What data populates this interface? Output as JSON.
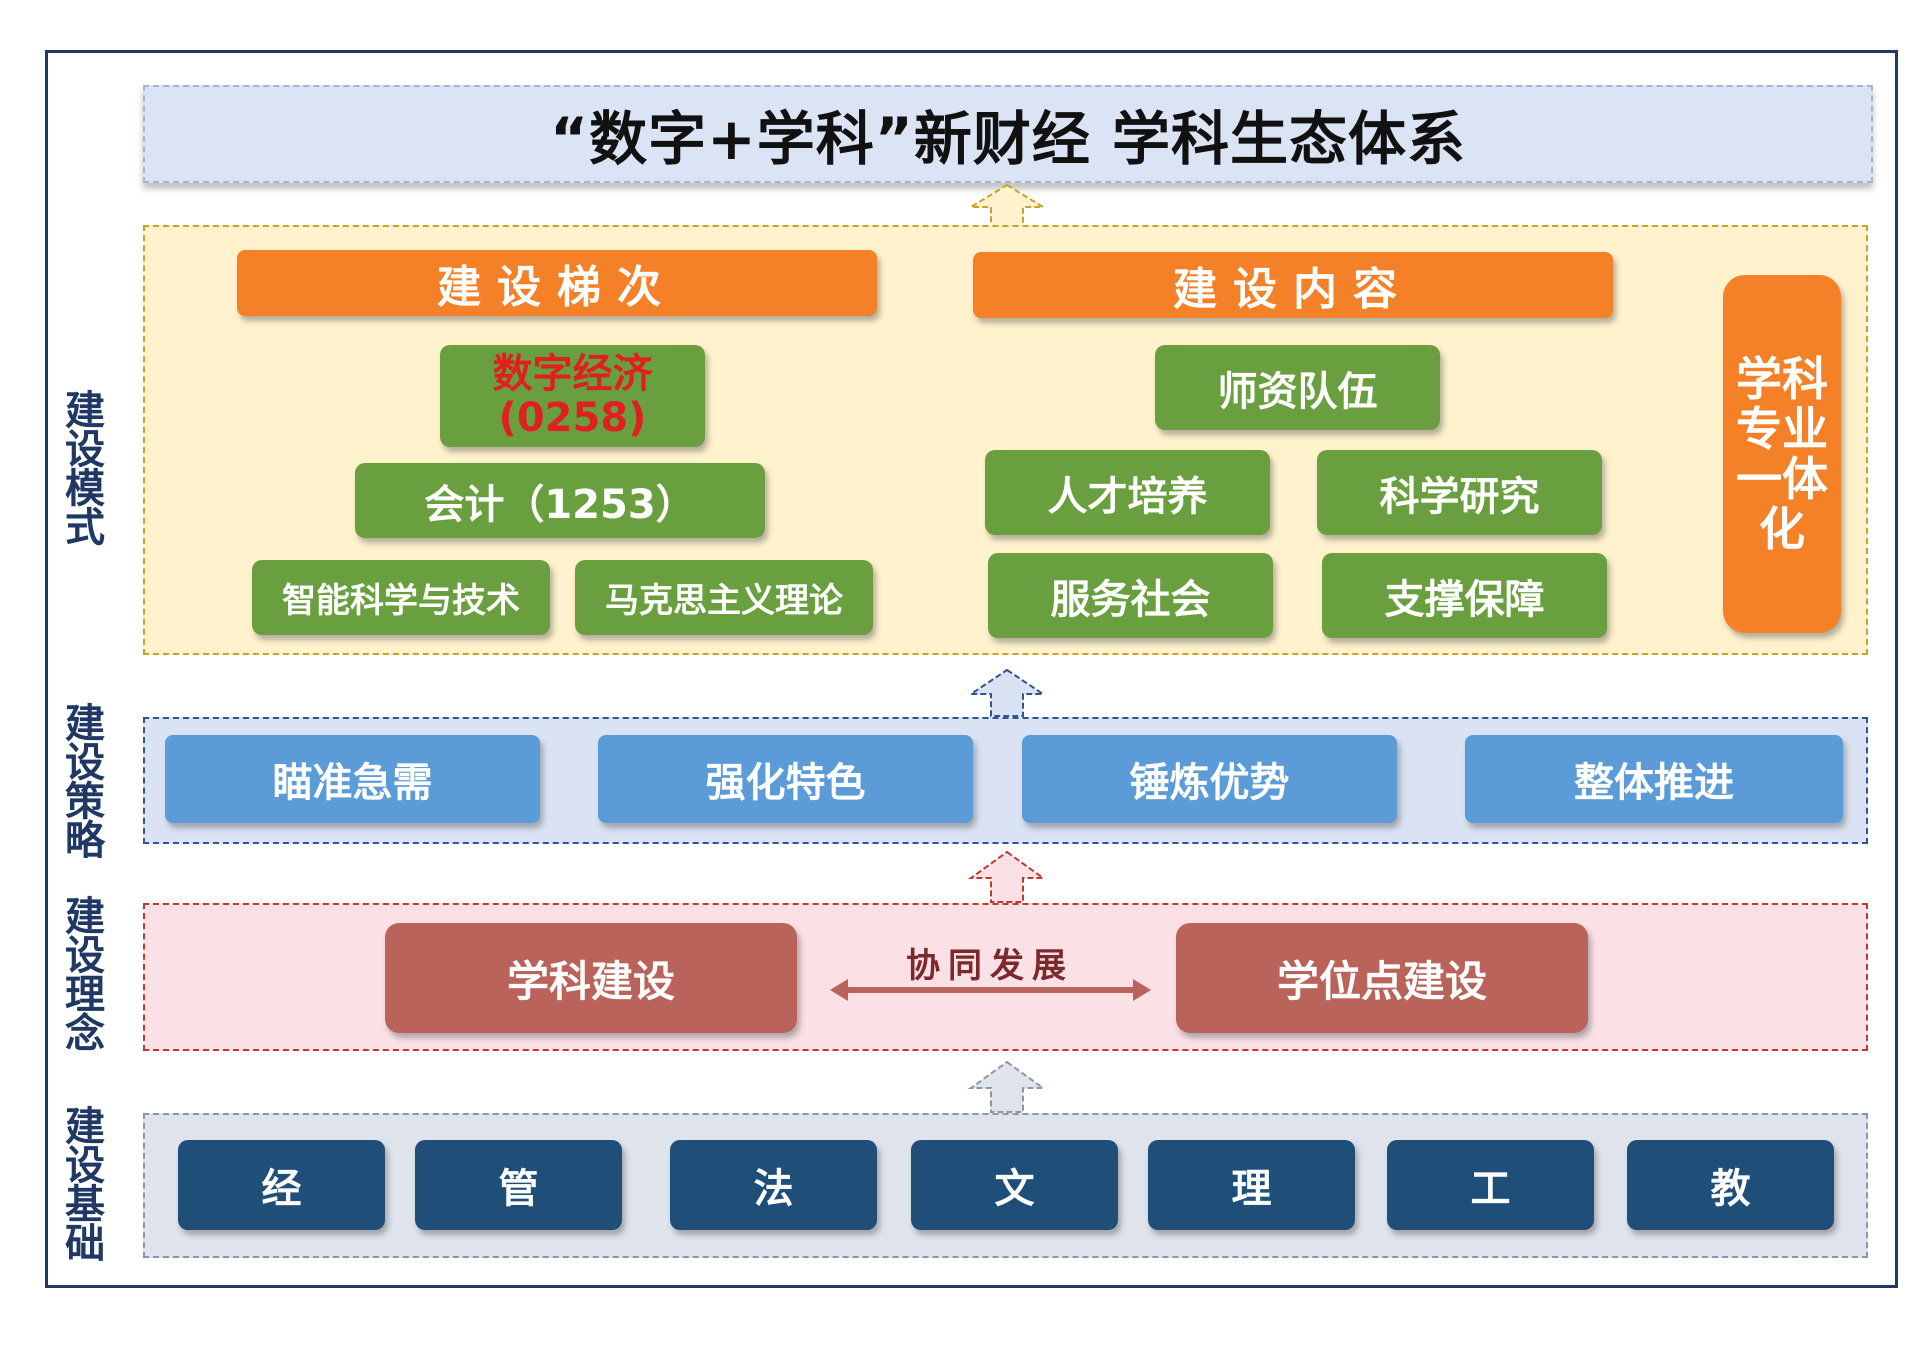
{
  "system": {
    "title": "“数字+学科”新财经 学科生态体系",
    "side_labels": {
      "model": "建设模式",
      "strategy": "建设策略",
      "concept": "建设理念",
      "base": "建设基础"
    },
    "model": {
      "tier_header": "建设梯次",
      "content_header": "建设内容",
      "digital_economy_name": "数字经济",
      "digital_economy_code": "(0258)",
      "accounting": "会计（1253）",
      "ai_science": "智能科学与技术",
      "marxism": "马克思主义理论",
      "faculty": "师资队伍",
      "talent": "人才培养",
      "research": "科学研究",
      "service": "服务社会",
      "support": "支撑保障",
      "integration": "学科专业一体化"
    },
    "strategy": [
      "瞄准急需",
      "强化特色",
      "锤炼优势",
      "整体推进"
    ],
    "concept": {
      "left": "学科建设",
      "middle": "协同发展",
      "right": "学位点建设"
    },
    "base": [
      "经",
      "管",
      "法",
      "文",
      "理",
      "工",
      "教"
    ]
  },
  "colors": {
    "frame": "#1f3864",
    "orange": "#f48028",
    "green": "#6a9f3f",
    "blue": "#5a9bd8",
    "brick": "#b9635a",
    "navy": "#1f4e79"
  }
}
